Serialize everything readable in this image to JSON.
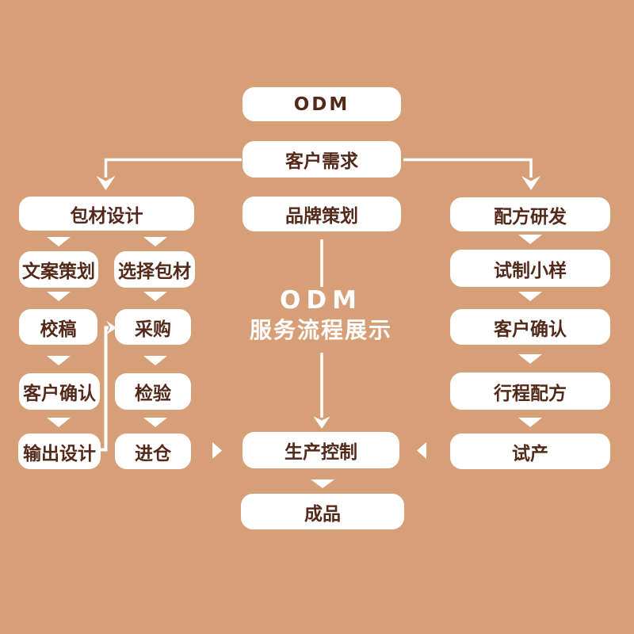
{
  "background_color": "#d79f77",
  "colors": {
    "box_background": "#ffffff",
    "box_text": "#53291a",
    "connector": "#ffffff"
  },
  "title": {
    "line1": "ODM",
    "line2": "服务流程展示"
  },
  "nodes": {
    "odm": "ODM",
    "customer_needs": "客户需求",
    "brand_planning": "品牌策划",
    "packaging_design": "包材设计",
    "copywriting": "文案策划",
    "select_packaging": "选择包材",
    "proofreading": "校稿",
    "purchasing": "采购",
    "customer_confirm_left": "客户确认",
    "inspection": "检验",
    "output_design": "输出设计",
    "warehousing": "进仓",
    "formula_rd": "配方研发",
    "trial_sample": "试制小样",
    "customer_confirm_right": "客户确认",
    "formula_schedule": "行程配方",
    "trial_production": "试产",
    "production_control": "生产控制",
    "finished_product": "成品"
  },
  "flows": [
    [
      "customer_needs",
      "packaging_design"
    ],
    [
      "customer_needs",
      "formula_rd"
    ],
    [
      "packaging_design",
      "copywriting"
    ],
    [
      "packaging_design",
      "select_packaging"
    ],
    [
      "copywriting",
      "proofreading"
    ],
    [
      "proofreading",
      "customer_confirm_left"
    ],
    [
      "customer_confirm_left",
      "output_design"
    ],
    [
      "output_design",
      "purchasing"
    ],
    [
      "select_packaging",
      "purchasing"
    ],
    [
      "purchasing",
      "inspection"
    ],
    [
      "inspection",
      "warehousing"
    ],
    [
      "warehousing",
      "production_control"
    ],
    [
      "brand_planning",
      "production_control"
    ],
    [
      "formula_rd",
      "trial_sample"
    ],
    [
      "trial_sample",
      "customer_confirm_right"
    ],
    [
      "customer_confirm_right",
      "formula_schedule"
    ],
    [
      "formula_schedule",
      "trial_production"
    ],
    [
      "trial_production",
      "production_control"
    ],
    [
      "production_control",
      "finished_product"
    ]
  ]
}
